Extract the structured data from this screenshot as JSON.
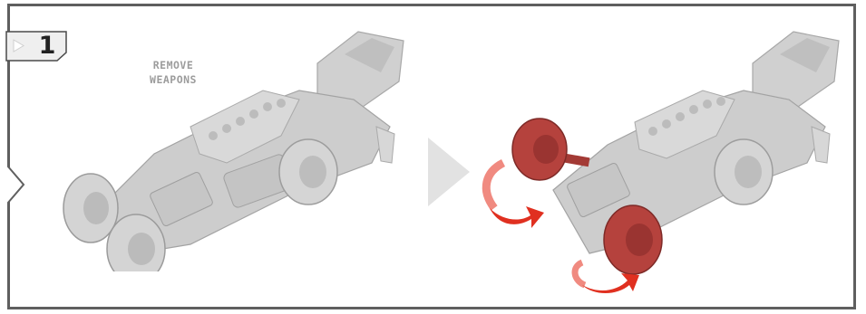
{
  "step": {
    "number": "1"
  },
  "instruction": {
    "line1": "REMOVE",
    "line2": "WEAPONS"
  },
  "colors": {
    "frame": "#5f5f5f",
    "badge_fill": "#efefef",
    "plastic_grey": "#c8c8c8",
    "plastic_dark": "#9a9a9a",
    "highlight_red": "#b33a35",
    "arrow_red": "#e03020",
    "next_arrow": "#e2e2e2",
    "label_grey": "#9c9c9c"
  },
  "icons": [
    "play-icon",
    "next-arrow-icon",
    "rotation-arrow-icon"
  ]
}
